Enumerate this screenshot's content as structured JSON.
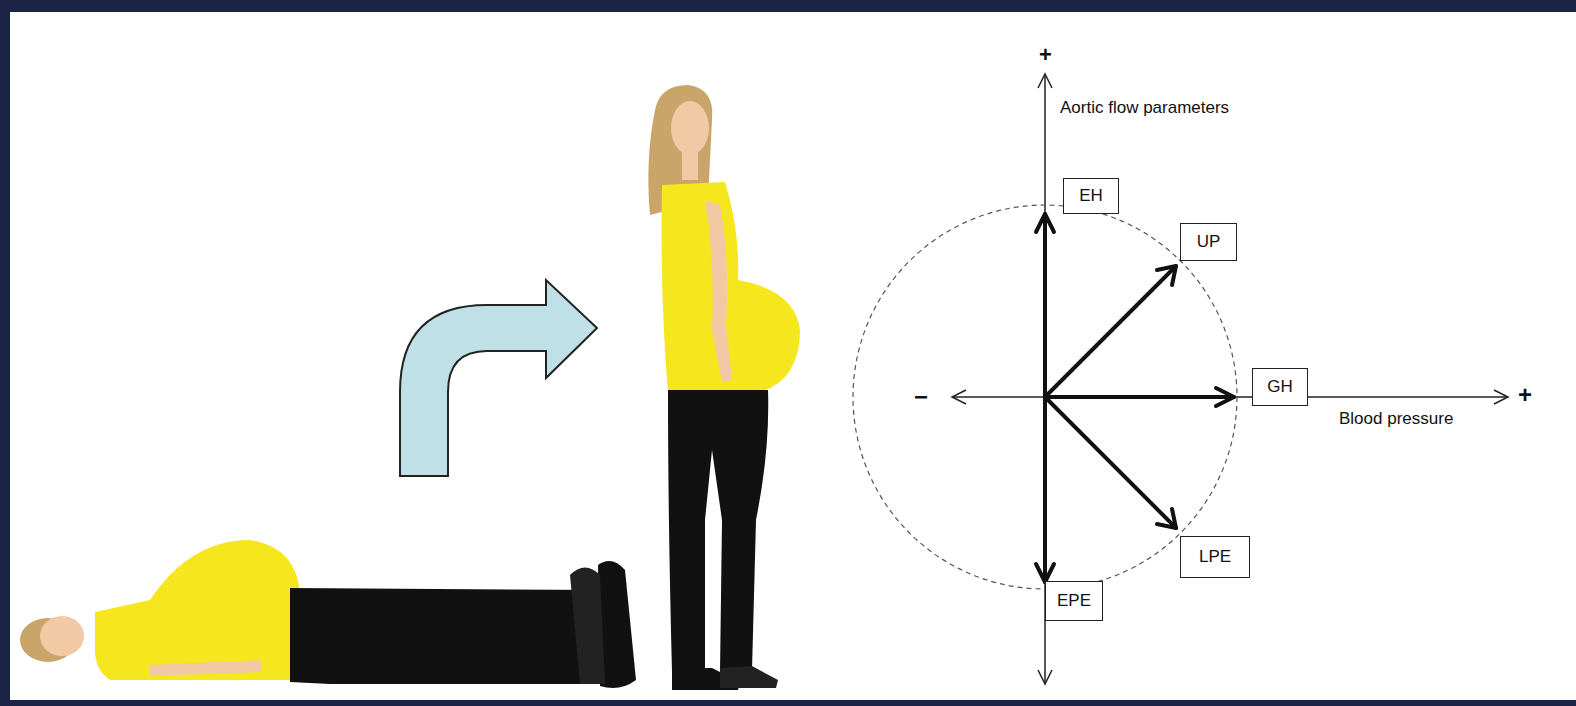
{
  "diagram": {
    "nodes": [
      {
        "text": [
          "EH"
        ]
      },
      {
        "text": [
          "UP"
        ]
      },
      {
        "text": [
          "GH"
        ]
      },
      {
        "text": [
          "LPE"
        ]
      },
      {
        "text": [
          "EPE"
        ]
      }
    ],
    "labels": [
      "+",
      "Aortic flow parameters",
      "−",
      "+",
      "Blood pressure"
    ]
  }
}
